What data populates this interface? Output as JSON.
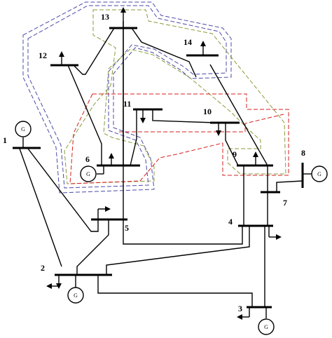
{
  "buses": [
    {
      "id": "1",
      "label": "1"
    },
    {
      "id": "2",
      "label": "2"
    },
    {
      "id": "3",
      "label": "3"
    },
    {
      "id": "4",
      "label": "4"
    },
    {
      "id": "5",
      "label": "5"
    },
    {
      "id": "6",
      "label": "6"
    },
    {
      "id": "7",
      "label": "7"
    },
    {
      "id": "8",
      "label": "8"
    },
    {
      "id": "9",
      "label": "9"
    },
    {
      "id": "10",
      "label": "10"
    },
    {
      "id": "11",
      "label": "11"
    },
    {
      "id": "12",
      "label": "12"
    },
    {
      "id": "13",
      "label": "13"
    },
    {
      "id": "14",
      "label": "14"
    }
  ],
  "generator_symbol": "G",
  "generators_at": [
    "1",
    "2",
    "3",
    "6",
    "8"
  ],
  "zone_colors": {
    "blue": "#4a4aa8",
    "olive": "#8a9a3a",
    "red": "#d42020"
  }
}
